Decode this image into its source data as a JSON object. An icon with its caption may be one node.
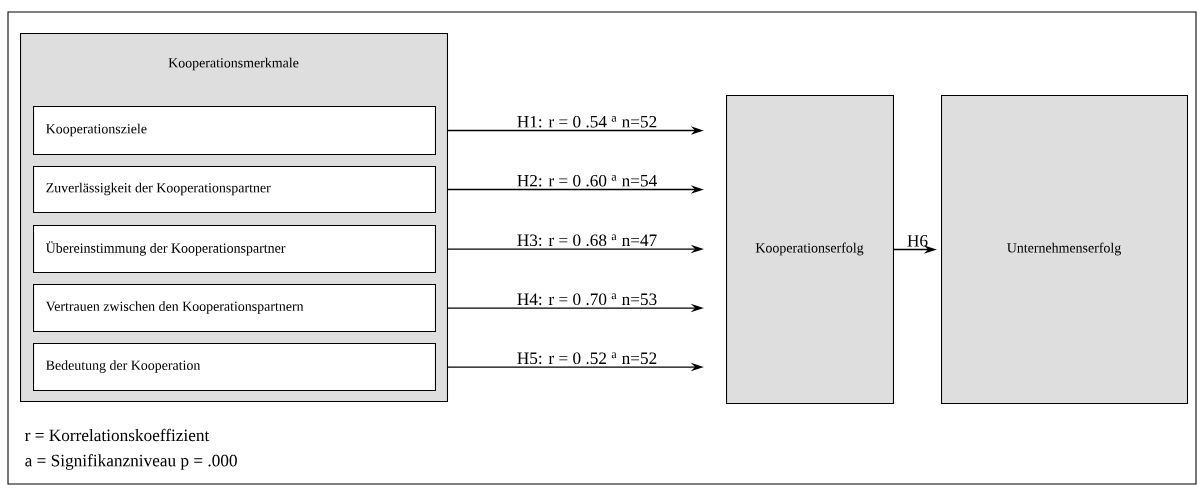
{
  "diagram": {
    "nodes": [
      {
        "text": [
          "Kooperationsmerkmale"
        ]
      },
      {
        "text": [
          "Kooperationsziele"
        ],
        "in": 0
      },
      {
        "text": [
          "Zuverlässigkeit der Kooperationspartner"
        ],
        "in": 0
      },
      {
        "text": [
          "Übereinstimmung der Kooperationspartner"
        ],
        "in": 0
      },
      {
        "text": [
          "Vertrauen zwischen den Kooperationspartnern"
        ],
        "in": 0
      },
      {
        "text": [
          "Bedeutung der Kooperation"
        ],
        "in": 0
      },
      {
        "text": [
          "Kooperationserfolg"
        ]
      },
      {
        "text": [
          "Unternehmenserfolg"
        ]
      }
    ],
    "edges": [
      {
        "from": 1,
        "to": 6,
        "arrow": "to",
        "label": "H1:  r = 0 .54 $^{a}$  n=52"
      },
      {
        "from": 2,
        "to": 6,
        "arrow": "to",
        "label": "H2:  r = 0 .60 $^{a}$  n=54"
      },
      {
        "from": 3,
        "to": 6,
        "arrow": "to",
        "label": "H3:  r = 0 .68 $^{a}$  n=47"
      },
      {
        "from": 4,
        "to": 6,
        "arrow": "to",
        "label": "H4:  r = 0 .70 $^{a}$  n=53"
      },
      {
        "from": 5,
        "to": 6,
        "arrow": "to",
        "label": "H5:  r = 0 .52 $^{a}$  n=52"
      },
      {
        "from": 6,
        "to": 7,
        "arrow": "to",
        "label": "H6"
      }
    ],
    "labels": [
      "r = Korrelationskoeffizient",
      "a = Signifikanzniveau p = .000"
    ]
  }
}
